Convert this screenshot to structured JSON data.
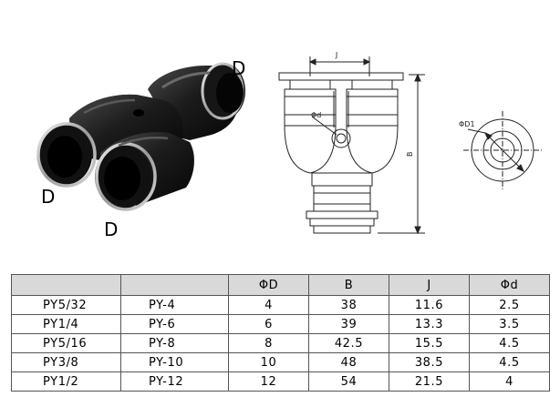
{
  "photo": {
    "port_labels": [
      "D",
      "D",
      "D"
    ]
  },
  "drawing": {
    "dim_j": "J",
    "dim_d": "Φd",
    "dim_b": "B",
    "dim_d1": "ΦD1"
  },
  "table": {
    "headers": [
      "",
      "",
      "ΦD",
      "B",
      "J",
      "Φd"
    ],
    "rows": [
      [
        "PY5/32",
        "PY-4",
        "4",
        "38",
        "11.6",
        "2.5"
      ],
      [
        "PY1/4",
        "PY-6",
        "6",
        "39",
        "13.3",
        "3.5"
      ],
      [
        "PY5/16",
        "PY-8",
        "8",
        "42.5",
        "15.5",
        "4.5"
      ],
      [
        "PY3/8",
        "PY-10",
        "10",
        "48",
        "38.5",
        "4.5"
      ],
      [
        "PY1/2",
        "PY-12",
        "12",
        "54",
        "21.5",
        "4"
      ]
    ]
  }
}
